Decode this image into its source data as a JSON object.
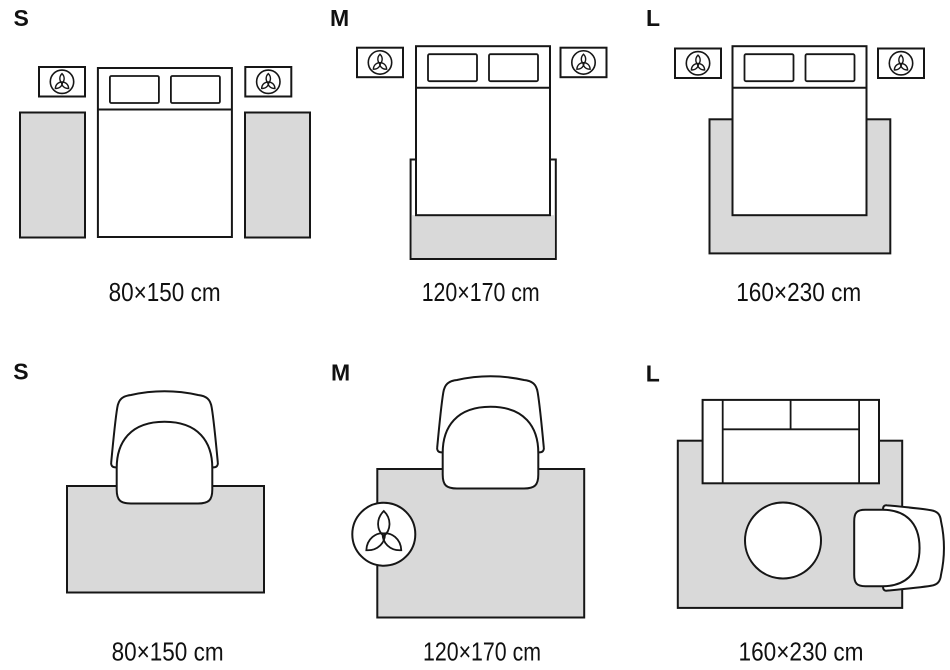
{
  "colors": {
    "background": "#ffffff",
    "rug_fill": "#d9d9d9",
    "outline": "#161616",
    "text": "#111111"
  },
  "icons": [
    "plant-icon"
  ],
  "panels": [
    {
      "row": "bedroom",
      "label": "S",
      "caption": "80×150 cm"
    },
    {
      "row": "bedroom",
      "label": "M",
      "caption": "120×170 cm"
    },
    {
      "row": "bedroom",
      "label": "L",
      "caption": "160×230 cm"
    },
    {
      "row": "living-room",
      "label": "S",
      "caption": "80×150 cm"
    },
    {
      "row": "living-room",
      "label": "M",
      "caption": "120×170 cm"
    },
    {
      "row": "living-room",
      "label": "L",
      "caption": "160×230 cm"
    }
  ]
}
